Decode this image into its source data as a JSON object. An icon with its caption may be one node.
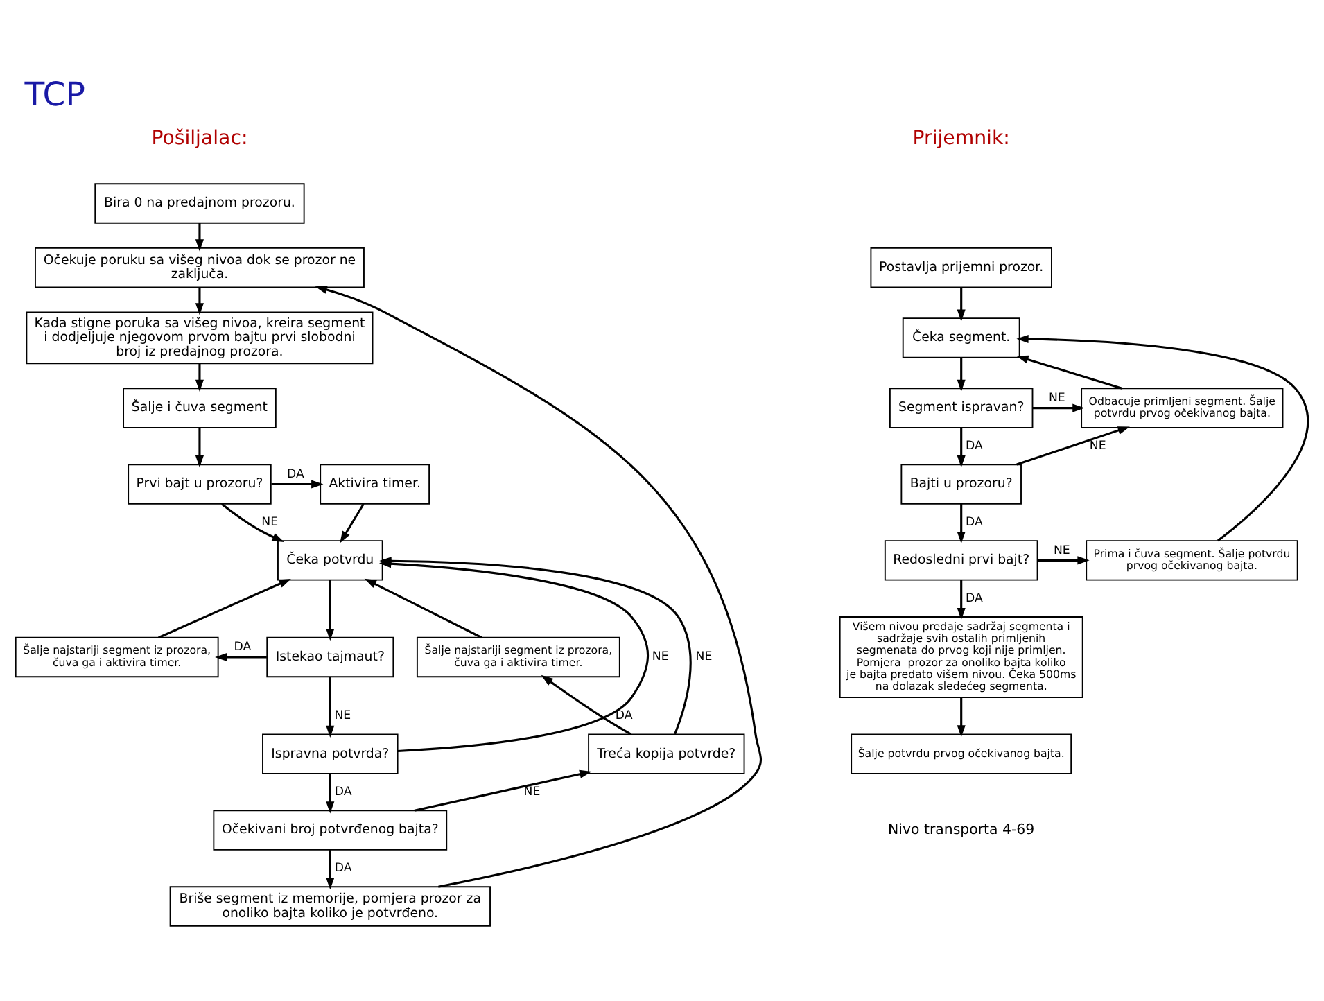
{
  "diagram": {
    "title": "TCP",
    "nodes": [
      {
        "text": [
          "Bira 0 na predajnom prozoru."
        ]
      },
      {
        "text": [
          "Očekuje poruku sa višeg nivoa dok se prozor ne zaključa."
        ]
      },
      {
        "text": [
          "Kada stigne poruka sa višeg nivoa, kreira segment i dodjeljuje njegovom prvom bajtu prvi slobodni broj iz predajnog prozora."
        ]
      },
      {
        "text": [
          "Šalje i čuva segment"
        ]
      },
      {
        "text": [
          "Prvi bajt u prozoru?"
        ]
      },
      {
        "text": [
          "Aktivira timer."
        ]
      },
      {
        "text": [
          "Šalje najstariji segment iz prozora, čuva ga i aktivira timer."
        ]
      },
      {
        "text": [
          "Čeka potvrdu"
        ]
      },
      {
        "text": [
          "Istekao tajmaut?"
        ]
      },
      {
        "text": [
          "Šalje najstariji segment iz prozora, čuva ga i aktivira timer."
        ]
      },
      {
        "text": [
          "Ispravna potvrda?"
        ]
      },
      {
        "text": [
          "Treća kopija potvrde?"
        ]
      },
      {
        "text": [
          "Očekivani broj potvrđenog bajta?"
        ]
      },
      {
        "text": [
          "Briše segment iz memorije, pomjera prozor za onoliko bajta koliko je potvrđeno."
        ]
      },
      {
        "text": [
          "Postavlja prijemni prozor."
        ]
      },
      {
        "text": [
          "Čeka segment."
        ]
      },
      {
        "text": [
          "Odbacuje primljeni segment. Šalje potvrdu prvog očekivanog bajta."
        ]
      },
      {
        "text": [
          "Segment ispravan?"
        ]
      },
      {
        "text": [
          "Bajti u prozoru?"
        ]
      },
      {
        "text": [
          "Prima i čuva segment. Šalje potvrdu prvog očekivanog bajta."
        ]
      },
      {
        "text": [
          "Redosledni prvi bajt?"
        ]
      },
      {
        "text": [
          "Višem nivou predaje sadržaj segmenta i sadržaje svih ostalih primljenih segmenata do prvog koji nije primljen. Pomjera  prozor za onoliko bajta koliko je bajta predato višem nivou. Čeka 500ms na dolazak sledećeg segmenta."
        ]
      },
      {
        "text": [
          "Šalje potvrdu prvog očekivanog bajta."
        ]
      }
    ],
    "edges": [
      {
        "from": 0,
        "to": 1,
        "arrow": "to"
      },
      {
        "from": 1,
        "to": 2,
        "arrow": "to"
      },
      {
        "from": 2,
        "to": 3,
        "arrow": "to"
      },
      {
        "from": 3,
        "to": 4,
        "arrow": "to"
      },
      {
        "from": 4,
        "to": 5,
        "arrow": "to",
        "label": "DA"
      },
      {
        "from": 4,
        "to": 7,
        "arrow": "to",
        "label": "NE"
      },
      {
        "from": 5,
        "to": 7,
        "arrow": "to"
      },
      {
        "from": 6,
        "to": 7,
        "arrow": "to"
      },
      {
        "from": 7,
        "to": 8,
        "arrow": "to"
      },
      {
        "from": 8,
        "to": 6,
        "arrow": "to",
        "label": "DA"
      },
      {
        "from": 8,
        "to": 10,
        "arrow": "to",
        "label": "NE"
      },
      {
        "from": 10,
        "to": 7,
        "arrow": "to",
        "label": "NE"
      },
      {
        "from": 10,
        "to": 12,
        "arrow": "to",
        "label": "DA"
      },
      {
        "from": 12,
        "to": 11,
        "arrow": "to",
        "label": "NE"
      },
      {
        "from": 11,
        "to": 7,
        "arrow": "to",
        "label": "NE"
      },
      {
        "from": 11,
        "to": 9,
        "arrow": "to",
        "label": "DA"
      },
      {
        "from": 9,
        "to": 7,
        "arrow": "to"
      },
      {
        "from": 12,
        "to": 13,
        "arrow": "to",
        "label": "DA"
      },
      {
        "from": 13,
        "to": 1,
        "arrow": "to"
      },
      {
        "from": 14,
        "to": 15,
        "arrow": "to"
      },
      {
        "from": 15,
        "to": 17,
        "arrow": "to"
      },
      {
        "from": 17,
        "to": 16,
        "arrow": "to",
        "label": "NE"
      },
      {
        "from": 17,
        "to": 18,
        "arrow": "to",
        "label": "DA"
      },
      {
        "from": 18,
        "to": 16,
        "arrow": "to",
        "label": "NE"
      },
      {
        "from": 16,
        "to": 15,
        "arrow": "to"
      },
      {
        "from": 18,
        "to": 20,
        "arrow": "to",
        "label": "DA"
      },
      {
        "from": 20,
        "to": 19,
        "arrow": "to",
        "label": "NE"
      },
      {
        "from": 19,
        "to": 15,
        "arrow": "to"
      },
      {
        "from": 20,
        "to": 21,
        "arrow": "to",
        "label": "DA"
      },
      {
        "from": 21,
        "to": 22,
        "arrow": "to"
      }
    ],
    "labels": [
      "Pošiljalac:",
      "Prijemnik:",
      "Nivo transporta 4-69"
    ]
  }
}
